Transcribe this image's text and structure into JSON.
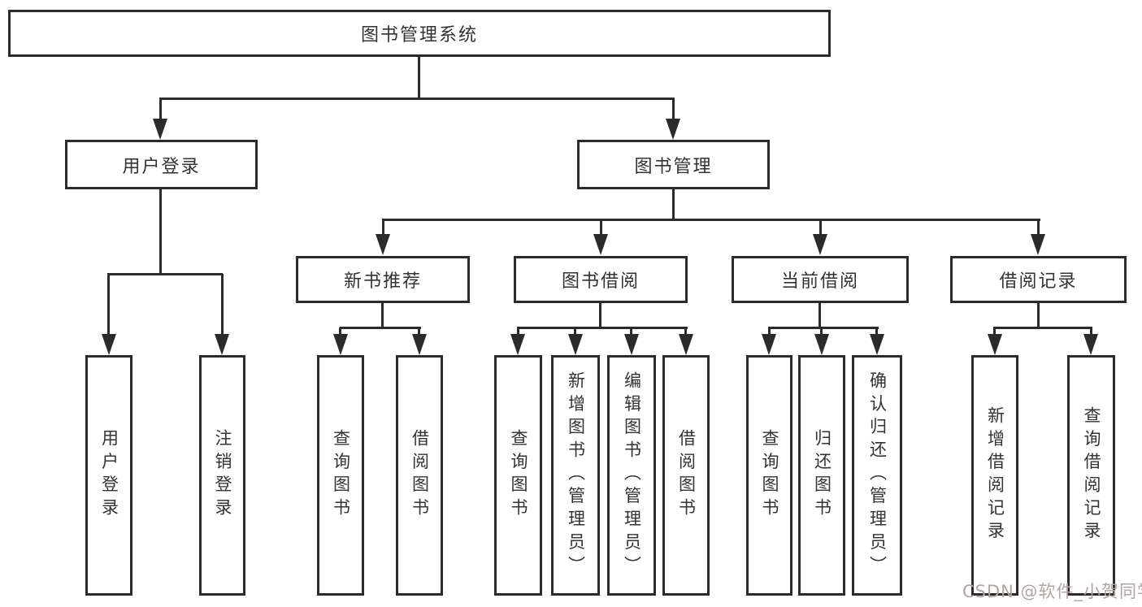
{
  "colors": {
    "line": "#2b2b2b",
    "box_border": "#2b2b2b",
    "text": "#333333",
    "background": "#ffffff",
    "watermark": "#b4a3a3"
  },
  "root": {
    "label": "图书管理系统"
  },
  "level2": {
    "user_login": {
      "label": "用户登录"
    },
    "book_management": {
      "label": "图书管理"
    }
  },
  "modules": [
    {
      "label": "新书推荐"
    },
    {
      "label": "图书借阅"
    },
    {
      "label": "当前借阅"
    },
    {
      "label": "借阅记录"
    }
  ],
  "leaves": {
    "user_login": [
      {
        "label": "用户登录"
      },
      {
        "label": "注销登录"
      }
    ],
    "new_book": [
      {
        "label": "查询图书"
      },
      {
        "label": "借阅图书"
      }
    ],
    "book_borrow": [
      {
        "label": "查询图书"
      },
      {
        "label": "新增图书（管理员）"
      },
      {
        "label": "编辑图书（管理员）"
      },
      {
        "label": "借阅图书"
      }
    ],
    "current_borrow": [
      {
        "label": "查询图书"
      },
      {
        "label": "归还图书"
      },
      {
        "label": "确认归还（管理员）"
      }
    ],
    "borrow_records": [
      {
        "label": "新增借阅记录"
      },
      {
        "label": "查询借阅记录"
      }
    ]
  },
  "watermark": {
    "text": "CSDN @软件_小贺同学"
  }
}
